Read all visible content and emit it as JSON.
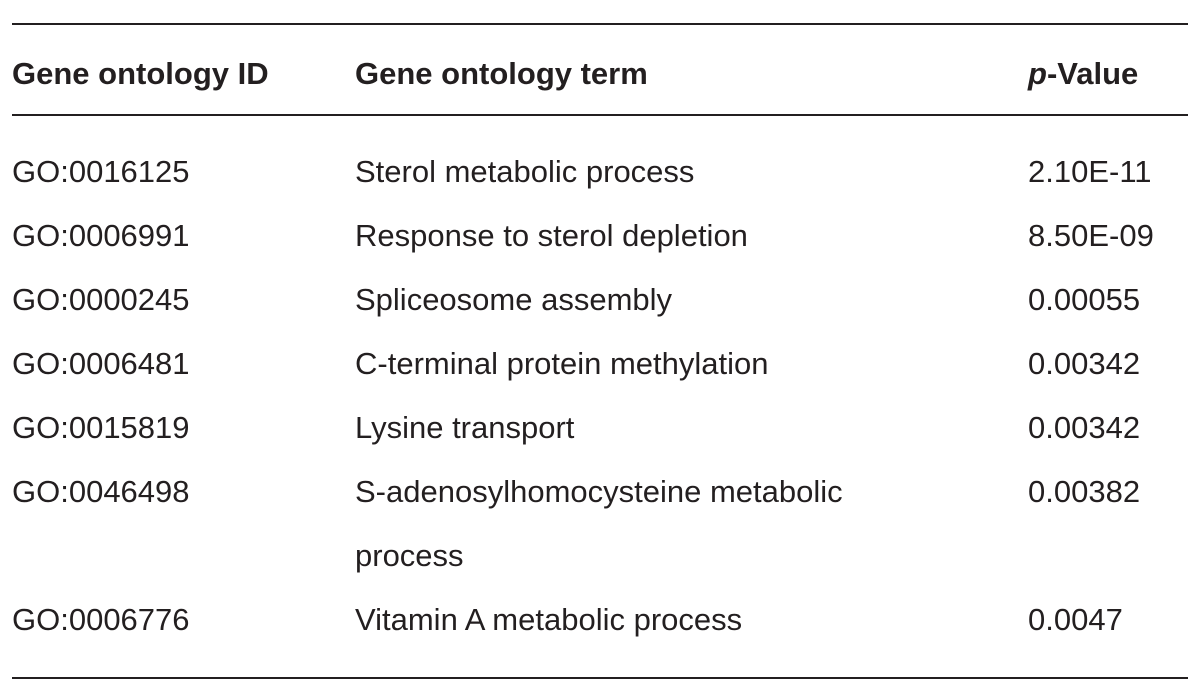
{
  "table": {
    "headers": {
      "id": "Gene ontology ID",
      "term": "Gene ontology term",
      "p_prefix": "p",
      "p_suffix": "-Value"
    },
    "rows": [
      {
        "id": "GO:0016125",
        "term": "Sterol metabolic process",
        "p": "2.10E-11"
      },
      {
        "id": "GO:0006991",
        "term": "Response to sterol depletion",
        "p": "8.50E-09"
      },
      {
        "id": "GO:0000245",
        "term": "Spliceosome assembly",
        "p": "0.00055"
      },
      {
        "id": "GO:0006481",
        "term": "C-terminal protein methylation",
        "p": "0.00342"
      },
      {
        "id": "GO:0015819",
        "term": "Lysine transport",
        "p": "0.00342"
      },
      {
        "id": "GO:0046498",
        "term": "S-adenosylhomocysteine metabolic process",
        "p": "0.00382"
      },
      {
        "id": "GO:0006776",
        "term": "Vitamin A metabolic process",
        "p": "0.0047"
      }
    ]
  }
}
